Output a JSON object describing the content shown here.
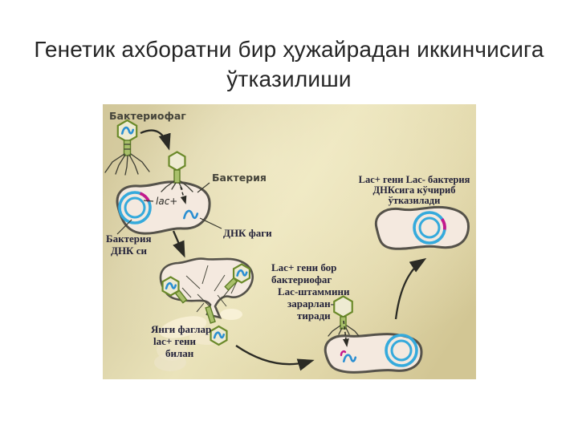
{
  "title": "Генетик ахборатни бир ҳужайрадан иккинчисига ўтказилиши",
  "diagram": {
    "labels": {
      "bacteriophage": "Бактериофаг",
      "bacteria": "Бактерия",
      "bacteria_dna": [
        "Бактерия",
        "ДНК си"
      ],
      "lac_gene": "lac+",
      "phage_dna": "ДНК фаги",
      "new_phages": [
        "Янги фаглар",
        "lac+ гени",
        "билан"
      ],
      "infection": [
        "Lac+ гени бор",
        "бактериофаг",
        "Lac-штаммини",
        "зарарлан-",
        "тиради"
      ],
      "transfer": [
        "Lac+ гени Lac- бактерия",
        "ДНКсига кўчириб",
        "ўтказилади"
      ]
    },
    "colors": {
      "dna_ring_blue": "#35aadc",
      "lac_gene_magenta": "#c4188c",
      "phage_green": "#6b8a2a",
      "phage_body_green": "#a9c06b",
      "cell_fill": "#f4e9df",
      "cell_outline": "#55524a",
      "label_dark": "#23223a"
    }
  }
}
